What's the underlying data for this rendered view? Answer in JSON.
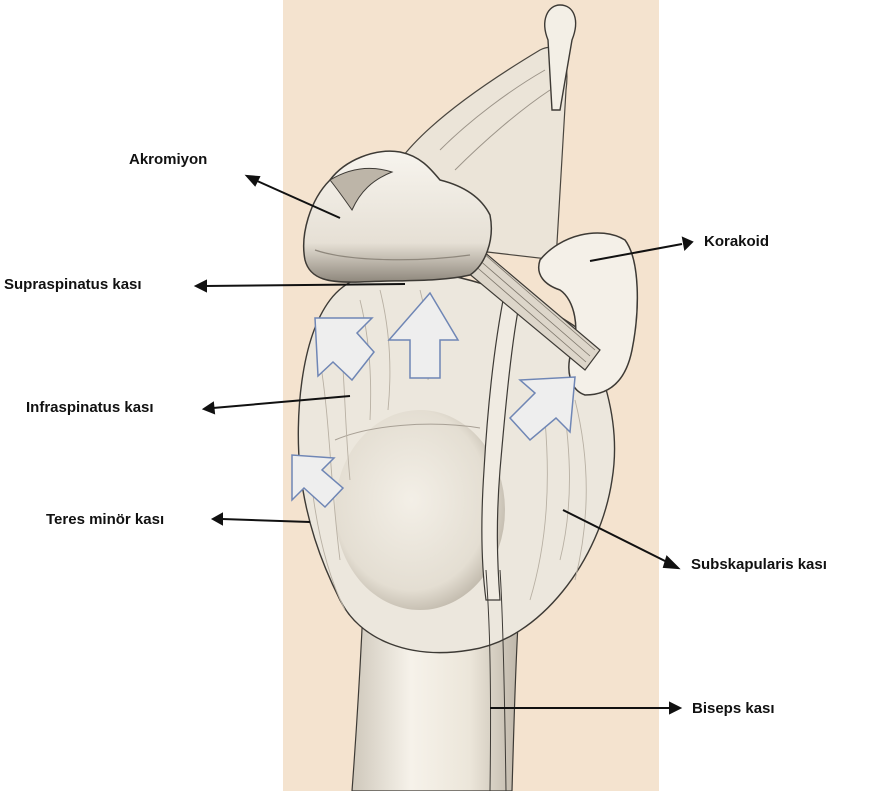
{
  "labels": {
    "akromiyon": "Akromiyon",
    "supraspinatus": "Supraspinatus kası",
    "infraspinatus": "Infraspinatus kası",
    "teres_minor": "Teres minör kası",
    "korakoid": "Korakoid",
    "subskapularis": "Subskapularis kası",
    "biseps": "Biseps kası"
  },
  "colors": {
    "background_panel": "#f4e3cf",
    "bone": "#f3efe6",
    "bone_shadow": "#9a948a",
    "outline": "#3d3a35",
    "arrow_fill": "#eeeeee",
    "arrow_stroke": "#6f86b5",
    "leader": "#111111"
  },
  "direction_arrows": {
    "count": 4,
    "icon": "block-arrow-icon"
  }
}
